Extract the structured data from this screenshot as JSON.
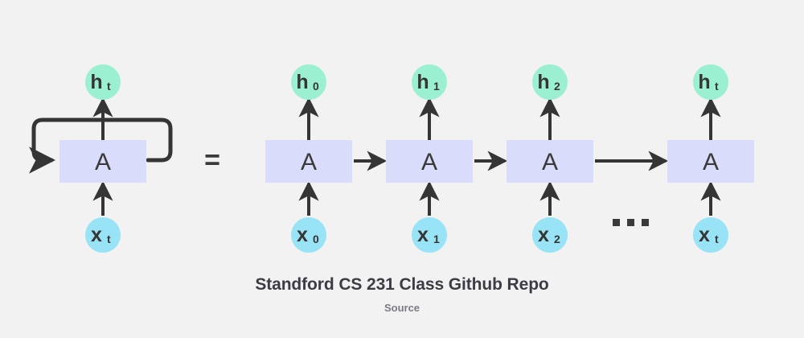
{
  "figure": {
    "background_color": "#f2f2f2",
    "ink_color": "#353535",
    "cell_fill": "#d9dcfa",
    "hidden_node_fill": "#9cf0d2",
    "input_node_fill": "#98e3f5",
    "cell_label": "A",
    "equals_symbol": "=",
    "ellipsis": "...",
    "folded": {
      "cell_label": "A",
      "hidden_base": "h",
      "hidden_sub": "t",
      "input_base": "x",
      "input_sub": "t",
      "has_recurrent_loop": true
    },
    "unrolled": {
      "steps": [
        {
          "cell_label": "A",
          "hidden_base": "h",
          "hidden_sub": "0",
          "input_base": "x",
          "input_sub": "0"
        },
        {
          "cell_label": "A",
          "hidden_base": "h",
          "hidden_sub": "1",
          "input_base": "x",
          "input_sub": "1"
        },
        {
          "cell_label": "A",
          "hidden_base": "h",
          "hidden_sub": "2",
          "input_base": "x",
          "input_sub": "2"
        },
        {
          "cell_label": "A",
          "hidden_base": "h",
          "hidden_sub": "t",
          "input_base": "x",
          "input_sub": "t"
        }
      ]
    }
  },
  "caption": {
    "title": "Standford CS 231 Class Github Repo",
    "source_label": "Source"
  }
}
